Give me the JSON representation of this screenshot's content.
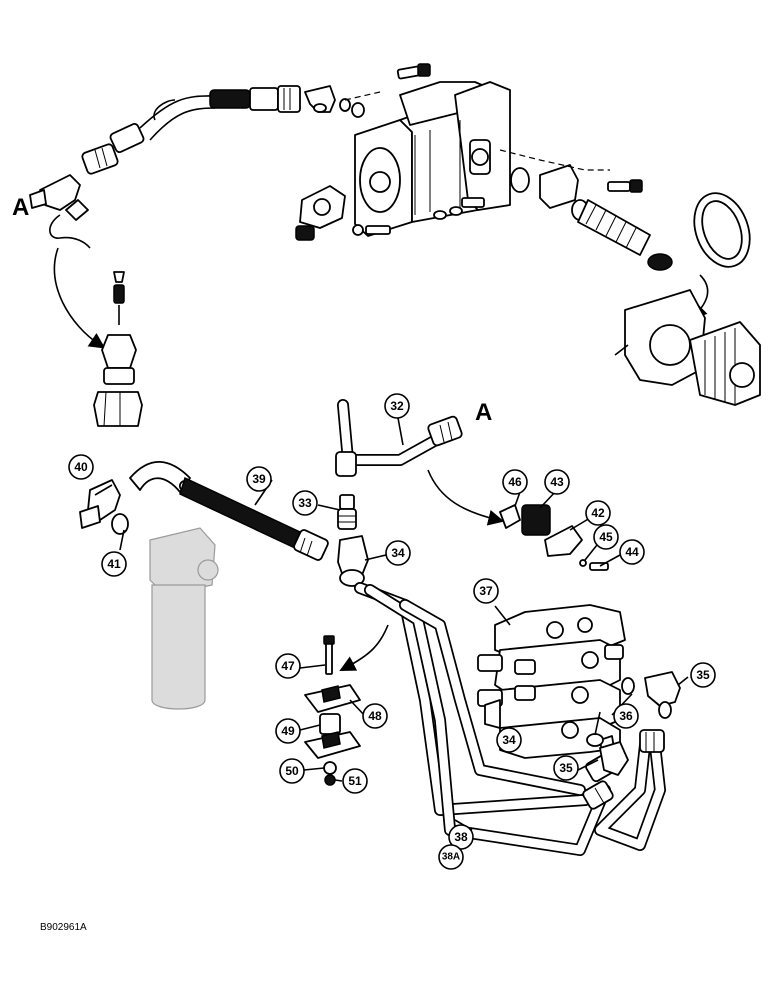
{
  "reference_letters": {
    "upper": "A",
    "lower": "A"
  },
  "figure_code": "B902961A",
  "callouts": {
    "c32": "32",
    "c33": "33",
    "c34a": "34",
    "c34b": "34",
    "c35a": "35",
    "c35b": "35",
    "c36": "36",
    "c37": "37",
    "c38": "38",
    "c38a": "38A",
    "c39": "39",
    "c40": "40",
    "c41": "41",
    "c42": "42",
    "c43": "43",
    "c44": "44",
    "c45": "45",
    "c46": "46",
    "c47": "47",
    "c48": "48",
    "c49": "49",
    "c50": "50",
    "c51": "51"
  }
}
